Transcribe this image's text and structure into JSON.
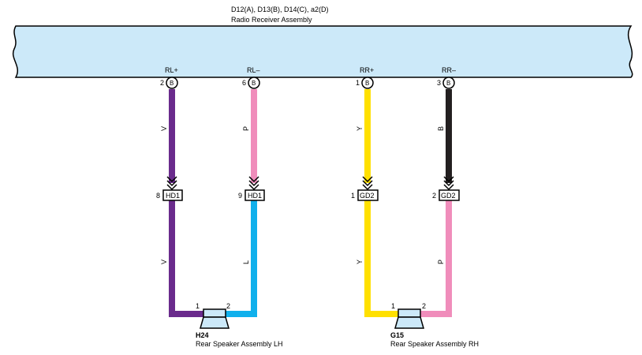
{
  "receiver": {
    "codes": "D12(A), D13(B), D14(C), a2(D)",
    "name": "Radio Receiver Assembly",
    "fill": "#cce9f9"
  },
  "pins": [
    {
      "signal": "RL+",
      "pin": "2",
      "conn": "B"
    },
    {
      "signal": "RL–",
      "pin": "6",
      "conn": "B"
    },
    {
      "signal": "RR+",
      "pin": "1",
      "conn": "B"
    },
    {
      "signal": "RR–",
      "pin": "3",
      "conn": "B"
    }
  ],
  "wire_codes_upper": [
    "V",
    "P",
    "Y",
    "B"
  ],
  "junctions": [
    {
      "pin": "8",
      "label": "HD1"
    },
    {
      "pin": "9",
      "label": "HD1"
    },
    {
      "pin": "1",
      "label": "GD2"
    },
    {
      "pin": "2",
      "label": "GD2"
    }
  ],
  "wire_codes_lower": [
    "V",
    "L",
    "Y",
    "P"
  ],
  "speakers": [
    {
      "code": "H24",
      "name": "Rear Speaker Assembly LH",
      "pin_left": "1",
      "pin_right": "2"
    },
    {
      "code": "G15",
      "name": "Rear Speaker Assembly RH",
      "pin_left": "1",
      "pin_right": "2"
    }
  ],
  "colors": {
    "violet": "#6a2b8c",
    "pink": "#f08dbb",
    "yellow": "#ffe000",
    "black": "#231f20",
    "blue": "#10b0ec",
    "speaker_fill": "#cce9f9"
  }
}
